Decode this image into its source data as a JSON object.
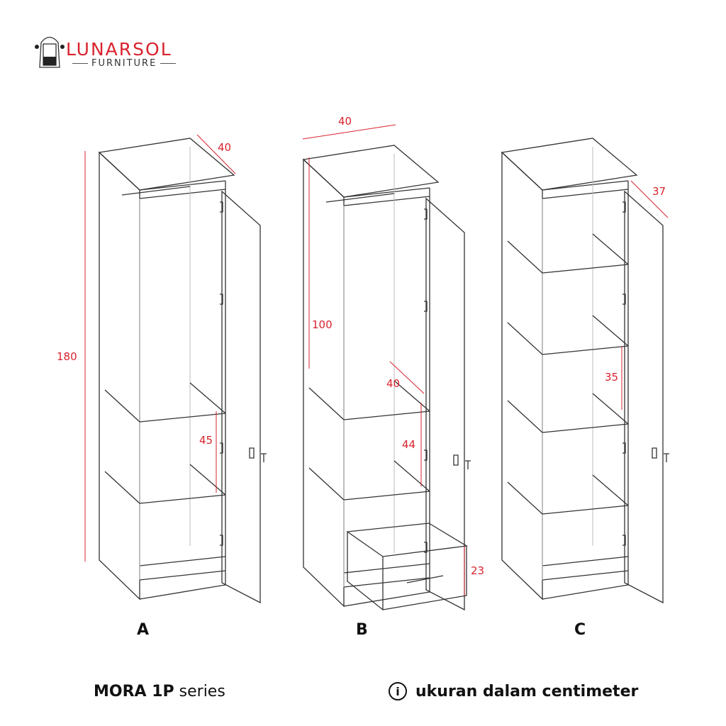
{
  "brand": {
    "name": "LUNARSOL",
    "sub": "FURNITURE"
  },
  "cabinets": [
    {
      "label": "A",
      "dims": {
        "depth": "40",
        "height": "180",
        "shelf": "45"
      }
    },
    {
      "label": "B",
      "dims": {
        "width": "40",
        "hanging": "100",
        "depth": "40",
        "shelf": "44",
        "drawer": "23"
      }
    },
    {
      "label": "C",
      "dims": {
        "depth": "37",
        "shelf": "35"
      }
    }
  ],
  "footer": {
    "series_name": "MORA 1P",
    "series_word": "series",
    "info_icon": "i",
    "unit_note": "ukuran dalam centimeter"
  },
  "colors": {
    "accent": "#d9232d",
    "line": "#333333"
  }
}
